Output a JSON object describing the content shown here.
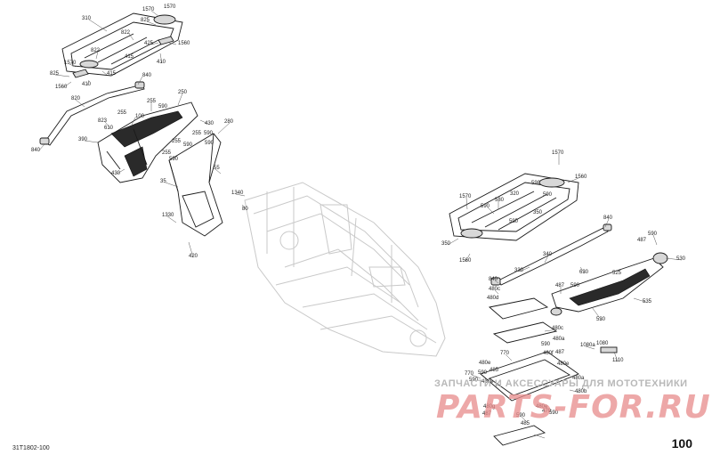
{
  "diagram_id": "31T1802-100",
  "page_number": "100",
  "watermark": {
    "tagline": "ЗАПЧАСТИ И АКСЕССУАРЫ ДЛЯ МОТОТЕХНИКИ",
    "logo": "PARTS-FOR.RU",
    "logo_color": "#e88b8b"
  },
  "labels": [
    "310",
    "1570",
    "825",
    "1570",
    "822",
    "1560",
    "822",
    "425",
    "410",
    "415",
    "1570",
    "825",
    "415",
    "1560",
    "410",
    "820",
    "840",
    "250",
    "255",
    "590",
    "100",
    "255",
    "823",
    "610",
    "430",
    "280",
    "255",
    "590",
    "590",
    "255",
    "590",
    "390",
    "840",
    "430",
    "255",
    "590",
    "55",
    "35",
    "1340",
    "80",
    "1330",
    "420",
    "1570",
    "1560",
    "1570",
    "580",
    "320",
    "590",
    "590",
    "350",
    "590",
    "590",
    "840",
    "350",
    "1560",
    "340",
    "330",
    "630",
    "590",
    "487",
    "530",
    "525",
    "535",
    "840",
    "480c",
    "487",
    "590",
    "480d",
    "530",
    "480c",
    "480a",
    "1080a",
    "1080",
    "770",
    "480f",
    "590",
    "1110",
    "487",
    "480e",
    "480e",
    "770",
    "590",
    "480e",
    "590",
    "485",
    "480b",
    "480a",
    "590",
    "480g",
    "487",
    "480e",
    "590",
    "470",
    "485"
  ]
}
